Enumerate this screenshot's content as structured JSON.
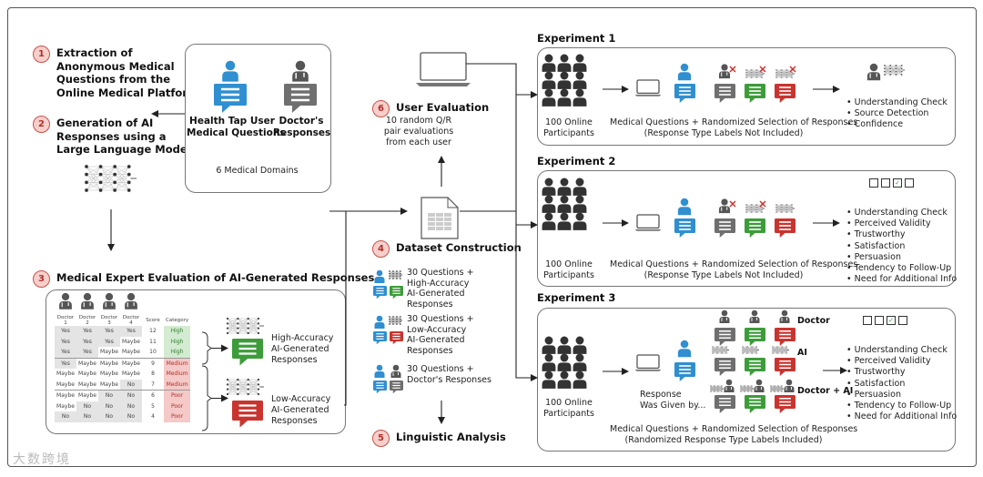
{
  "colors": {
    "blue": "#2f8fd0",
    "gray": "#6f6f6f",
    "green": "#3d9c3a",
    "red": "#c9342f",
    "number_circle": "#f6cfcb"
  },
  "steps": [
    {
      "num": "1",
      "label": "Extraction of\nAnonymous Medical\nQuestions from the\nOnline Medical Platform"
    },
    {
      "num": "2",
      "label": "Generation of AI\nResponses using a\nLarge Language Model"
    },
    {
      "num": "3",
      "label": "Medical Expert Evaluation of AI-Generated Responses"
    },
    {
      "num": "4",
      "label": "Dataset Construction"
    },
    {
      "num": "5",
      "label": "Linguistic Analysis"
    },
    {
      "num": "6",
      "label": "User Evaluation",
      "detail": "10 random Q/R\npair evaluations\nfrom each user"
    }
  ],
  "source_box": {
    "user_label": "Health Tap User\nMedical Questions",
    "doctor_label": "Doctor's\nResponses",
    "domains": "6 Medical Domains"
  },
  "expert_table": {
    "headers": [
      "Doctor 1",
      "Doctor 2",
      "Doctor 3",
      "Doctor 4",
      "Score",
      "Category"
    ],
    "rows": [
      [
        "Yes",
        "Yes",
        "Yes",
        "Yes",
        "12",
        "High"
      ],
      [
        "Yes",
        "Yes",
        "Yes",
        "Maybe",
        "11",
        "High"
      ],
      [
        "Yes",
        "Yes",
        "Maybe",
        "Maybe",
        "10",
        "High"
      ],
      [
        "Yes",
        "Maybe",
        "Maybe",
        "Maybe",
        "9",
        "Medium"
      ],
      [
        "Maybe",
        "Maybe",
        "Maybe",
        "Maybe",
        "8",
        "Medium"
      ],
      [
        "Maybe",
        "Maybe",
        "Maybe",
        "No",
        "7",
        "Medium"
      ],
      [
        "Maybe",
        "Maybe",
        "No",
        "No",
        "6",
        "Poor"
      ],
      [
        "Maybe",
        "No",
        "No",
        "No",
        "5",
        "Poor"
      ],
      [
        "No",
        "No",
        "No",
        "No",
        "4",
        "Poor"
      ]
    ],
    "high_label": "High-Accuracy\nAI-Generated\nResponses",
    "low_label": "Low-Accuracy\nAI-Generated\nResponses"
  },
  "dataset": [
    "30 Questions +\nHigh-Accuracy\nAI-Generated\nResponses",
    "30 Questions +\nLow-Accuracy\nAI-Generated\nResponses",
    "30 Questions +\nDoctor's Responses"
  ],
  "experiments": [
    {
      "title": "Experiment 1",
      "participants": "100 Online\nParticipants",
      "caption": "Medical Questions + Randomized Selection of Responses\n(Response Type Labels Not Included)",
      "measures": [
        "Understanding Check",
        "Source Detection",
        "Confidence"
      ]
    },
    {
      "title": "Experiment 2",
      "participants": "100 Online\nParticipants",
      "caption": "Medical Questions + Randomized Selection of Responses\n(Response Type Labels Not Included)",
      "measures": [
        "Understanding Check",
        "Perceived Validity",
        "Trustworthy",
        "Satisfaction",
        "Persuasion",
        "Tendency to Follow-Up",
        "Need for Additional Info"
      ]
    },
    {
      "title": "Experiment 3",
      "participants": "100 Online\nParticipants",
      "given_by": "Response\nWas Given by...",
      "row_labels": [
        "Doctor",
        "AI",
        "Doctor + AI"
      ],
      "caption": "Medical Questions + Randomized Selection of Responses\n(Randomized Response Type Labels Included)",
      "measures": [
        "Understanding Check",
        "Perceived Validity",
        "Trustworthy",
        "Satisfaction",
        "Persuasion",
        "Tendency to Follow-Up",
        "Need for Additional Info"
      ]
    }
  ],
  "rating_boxes": {
    "count": 4,
    "checked_index": 2
  },
  "watermark": "大数跨境"
}
